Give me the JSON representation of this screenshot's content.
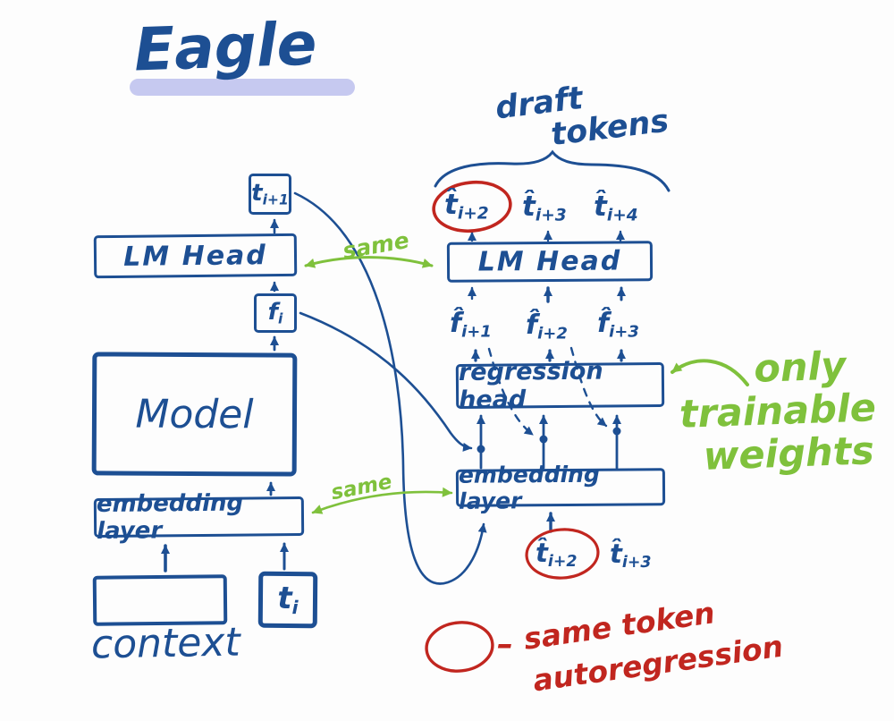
{
  "colors": {
    "ink": "#1d4f93",
    "green": "#7fc13c",
    "red": "#c1261f",
    "highlight": "#c6c9f0",
    "background": "#fdfdfd"
  },
  "title": {
    "text": "Eagle"
  },
  "target": {
    "t_next": {
      "base": "t",
      "sub": "i+1"
    },
    "lm_head_label": "LM Head",
    "f_label": {
      "base": "f",
      "sub": "i"
    },
    "model_label": "Model",
    "embedding_label": "embedding layer",
    "t_i": {
      "base": "t",
      "sub": "i"
    },
    "context_label": "context"
  },
  "draft": {
    "header_line1": "draft",
    "header_line2": "tokens",
    "out_tokens": [
      {
        "base": "t̂",
        "sub": "i+2"
      },
      {
        "base": "t̂",
        "sub": "i+3"
      },
      {
        "base": "t̂",
        "sub": "i+4"
      }
    ],
    "lm_head_label": "LM Head",
    "features": [
      {
        "base": "f̂",
        "sub": "i+1"
      },
      {
        "base": "f̂",
        "sub": "i+2"
      },
      {
        "base": "f̂",
        "sub": "i+3"
      }
    ],
    "regression_label": "regression head",
    "embedding_label": "embedding layer",
    "in_tokens": [
      {
        "base": "t̂",
        "sub": "i+2"
      },
      {
        "base": "t̂",
        "sub": "i+3"
      }
    ]
  },
  "green_notes": {
    "same_top": "same",
    "same_bottom": "same",
    "only_line1": "only",
    "only_line2": "trainable",
    "only_line3": "weights"
  },
  "red_legend": {
    "dash": "–",
    "line1": "same token",
    "line2": "autoregression"
  }
}
